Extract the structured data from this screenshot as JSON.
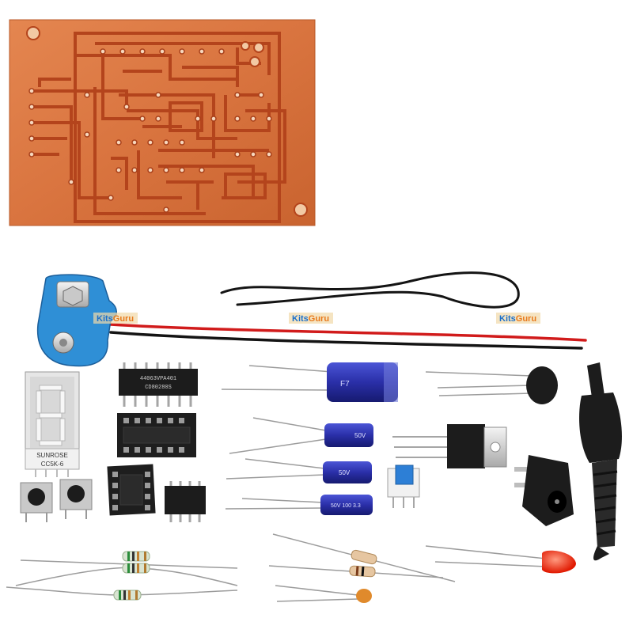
{
  "watermark": {
    "part1": "Kits",
    "part2": "Guru"
  },
  "ic_large_marking": [
    "44063VPA401",
    "CD80280S"
  ],
  "seven_segment_marking": [
    "SUNROSE",
    "CC5K-6"
  ],
  "capacitor_marking": {
    "big": "F7",
    "small_a": "50V",
    "small_b": "50V",
    "small_c": "50V 100 3.3"
  },
  "colors": {
    "pcb_copper": "#d9743f",
    "pcb_trace": "#b4441c",
    "battery_clip": "#2f8fd6",
    "cap_body": "#2a2fa8",
    "wire_red": "#d11b1b",
    "wire_black": "#141414",
    "led_red": "#ff2a10",
    "ic_black": "#1c1c1c",
    "seven_seg": "#d8d8d8",
    "resistor_body": "#d9e4d2",
    "ceramic_cap": "#e08a2c"
  },
  "icons": {
    "pcb": "pcb-board-icon",
    "battery": "battery-clip-icon",
    "buzzer": "buzzer-icon",
    "regulator": "voltage-regulator-icon",
    "dc_jack": "dc-jack-icon",
    "dc_plug": "dc-plug-icon",
    "led": "led-icon"
  }
}
